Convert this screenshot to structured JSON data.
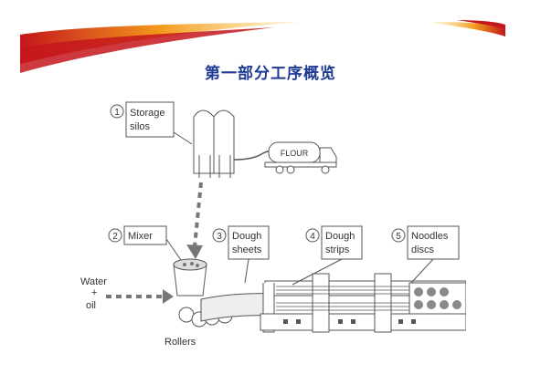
{
  "slide": {
    "title": "第一部分工序概览"
  },
  "diagram": {
    "steps": [
      {
        "number": "1",
        "label_line1": "Storage",
        "label_line2": "silos"
      },
      {
        "number": "2",
        "label_line1": "Mixer",
        "label_line2": ""
      },
      {
        "number": "3",
        "label_line1": "Dough",
        "label_line2": "sheets"
      },
      {
        "number": "4",
        "label_line1": "Dough",
        "label_line2": "strips"
      },
      {
        "number": "5",
        "label_line1": "Noodles",
        "label_line2": "discs"
      }
    ],
    "truck_label": "FLOUR",
    "input_label_line1": "Water",
    "input_label_line2": "+",
    "input_label_line3": "oil",
    "rollers_label": "Rollers"
  },
  "colors": {
    "banner_red": "#d42a1e",
    "banner_orange": "#f39a1c",
    "title_blue": "#1f3a93",
    "line_gray": "#555555"
  }
}
